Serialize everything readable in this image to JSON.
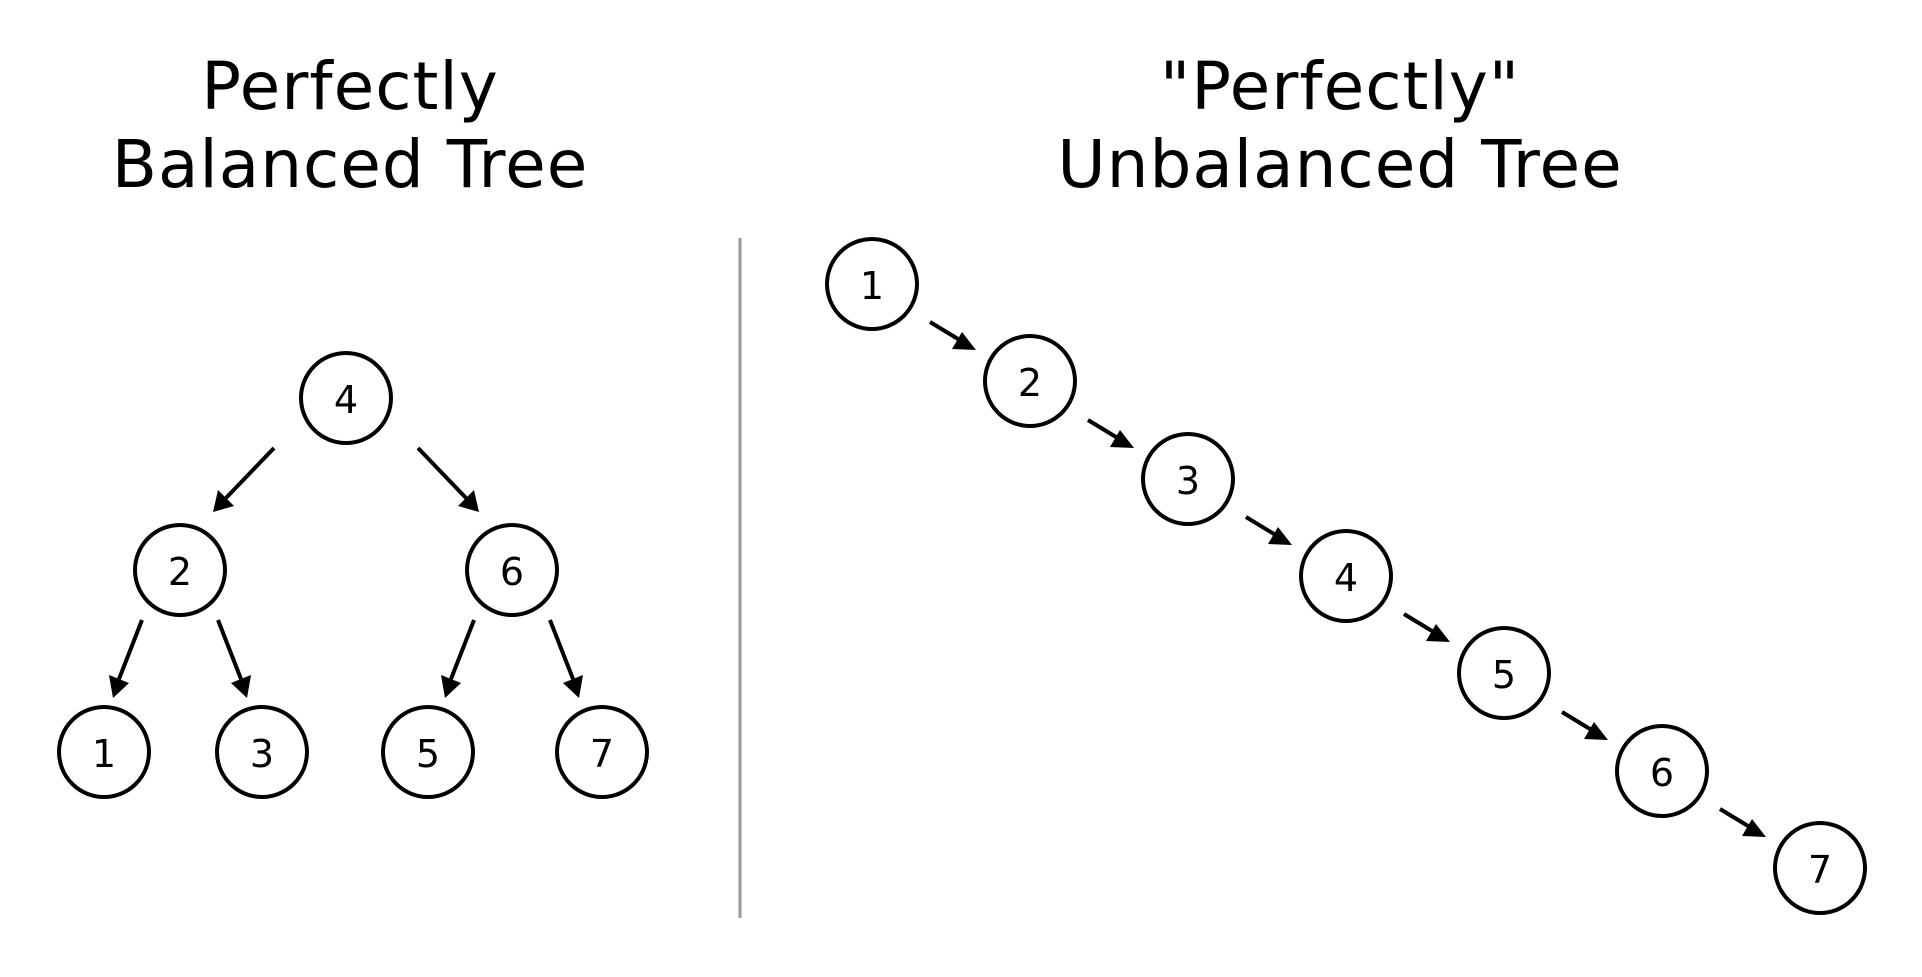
{
  "left_panel": {
    "title_line1": "Perfectly",
    "title_line2": "Balanced Tree",
    "nodes": [
      "4",
      "2",
      "6",
      "1",
      "3",
      "5",
      "7"
    ]
  },
  "right_panel": {
    "title_line1": "\"Perfectly\"",
    "title_line2": "Unbalanced Tree",
    "nodes": [
      "1",
      "2",
      "3",
      "4",
      "5",
      "6",
      "7"
    ]
  }
}
